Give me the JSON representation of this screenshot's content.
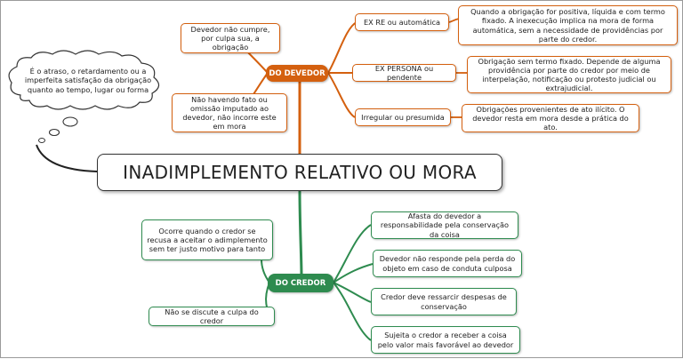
{
  "central": "INADIMPLEMENTO RELATIVO OU MORA",
  "cloud": "É o atraso, o retardamento ou a imperfeita satisfação da obrigação quanto ao tempo, lugar ou forma",
  "devedor": {
    "hub": "DO DEVEDOR",
    "left": [
      "Devedor não cumpre, por culpa sua, a obrigação",
      "Não havendo fato ou omissão imputado ao devedor, não incorre este em mora"
    ],
    "branches": [
      {
        "label": "EX RE ou automática",
        "detail": "Quando a obrigação for positiva, líquida e com termo fixado. A inexecução implica na mora de forma automática, sem a necessidade de providências por parte do credor."
      },
      {
        "label": "EX PERSONA ou pendente",
        "detail": "Obrigação sem termo fixado. Depende de alguma providência por parte do credor por meio de interpelação, notificação ou protesto judicial ou extrajudicial."
      },
      {
        "label": "Irregular ou presumida",
        "detail": "Obrigações provenientes de ato ilícito. O devedor resta em mora desde a prática do ato."
      }
    ]
  },
  "credor": {
    "hub": "DO CREDOR",
    "left": [
      "Ocorre quando o credor se recusa a aceitar o adimplemento sem ter justo motivo para tanto",
      "Não se discute a culpa do credor"
    ],
    "right": [
      "Afasta do devedor a responsabilidade pela conservação da coisa",
      "Devedor não responde pela perda do objeto em caso de conduta culposa",
      "Credor deve ressarcir despesas de conservação",
      "Sujeita o credor a receber a coisa pelo valor mais favorável ao devedor"
    ]
  },
  "colors": {
    "devedor": "#d4600f",
    "credor": "#2e8b4f",
    "central_border": "#333333"
  }
}
